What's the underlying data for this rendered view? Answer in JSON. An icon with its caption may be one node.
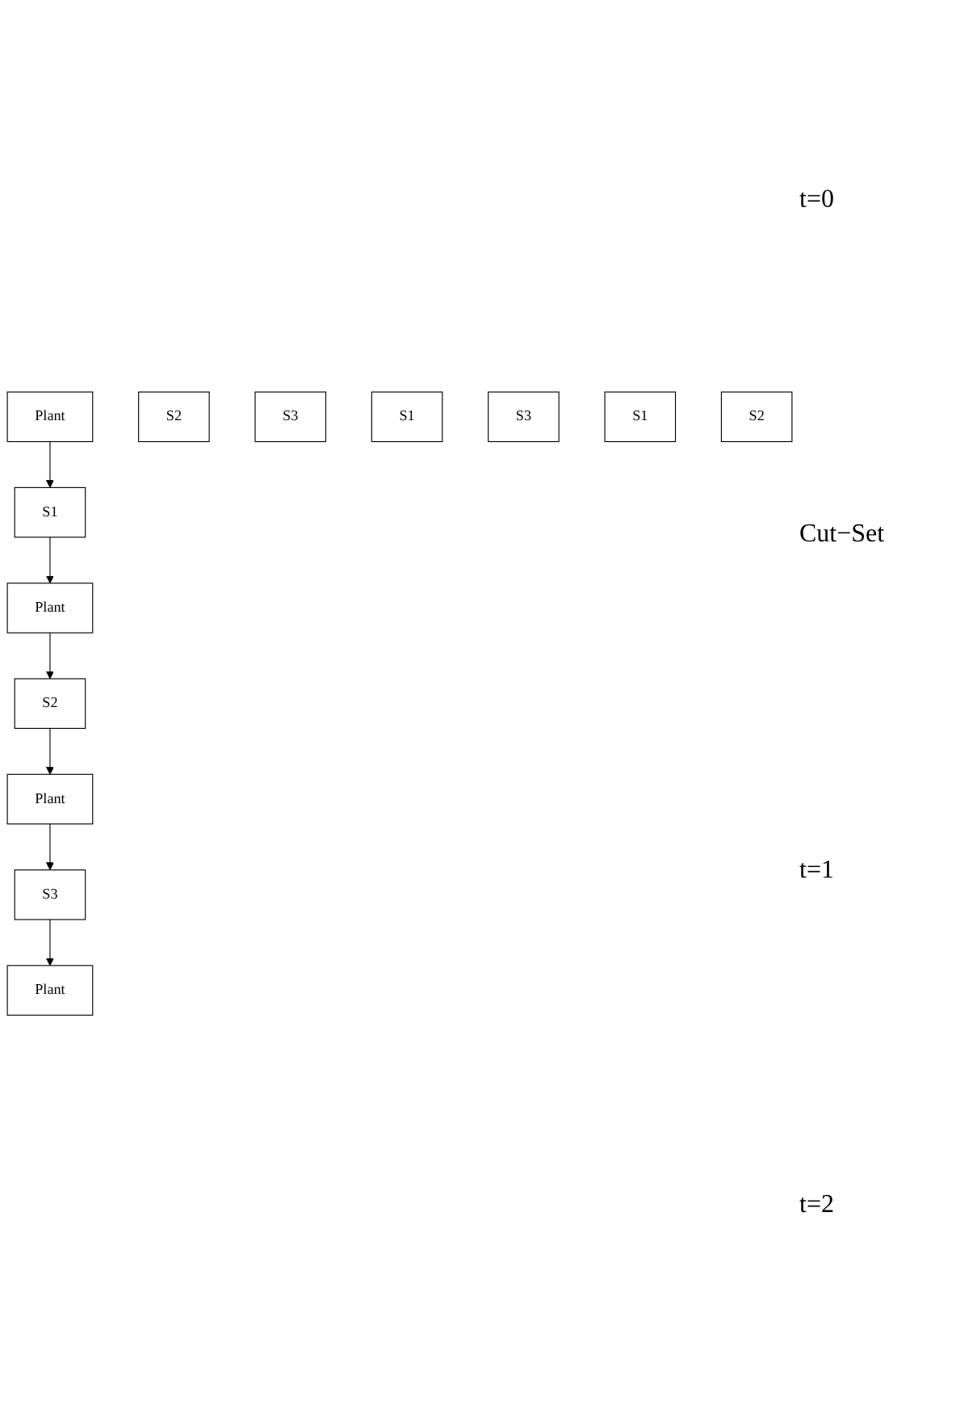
{
  "diagram": {
    "nodes": [
      {
        "text": [
          "Plant"
        ]
      },
      {
        "text": [
          "S1"
        ]
      },
      {
        "text": [
          "S2"
        ]
      },
      {
        "text": [
          "S3"
        ]
      },
      {
        "text": [
          "Plant"
        ]
      },
      {
        "text": [
          "S1"
        ]
      },
      {
        "text": [
          "S2"
        ]
      },
      {
        "text": [
          "S3"
        ]
      },
      {
        "text": [
          "Plant"
        ]
      },
      {
        "text": [
          "S1"
        ]
      },
      {
        "text": [
          "S2"
        ]
      },
      {
        "text": [
          "S3"
        ]
      },
      {
        "text": [
          "Plant"
        ]
      }
    ],
    "edges": [
      {
        "from": 0,
        "to": 1,
        "arrow": "to"
      },
      {
        "from": 1,
        "to": 4,
        "arrow": "to"
      },
      {
        "from": 4,
        "to": 6,
        "arrow": "to"
      },
      {
        "from": 6,
        "to": 8,
        "arrow": "to"
      },
      {
        "from": 8,
        "to": 11,
        "arrow": "to"
      },
      {
        "from": 11,
        "to": 12,
        "arrow": "to"
      }
    ],
    "labels": [
      "t=0",
      "Cut−Set",
      "t=1",
      "t=2"
    ]
  }
}
